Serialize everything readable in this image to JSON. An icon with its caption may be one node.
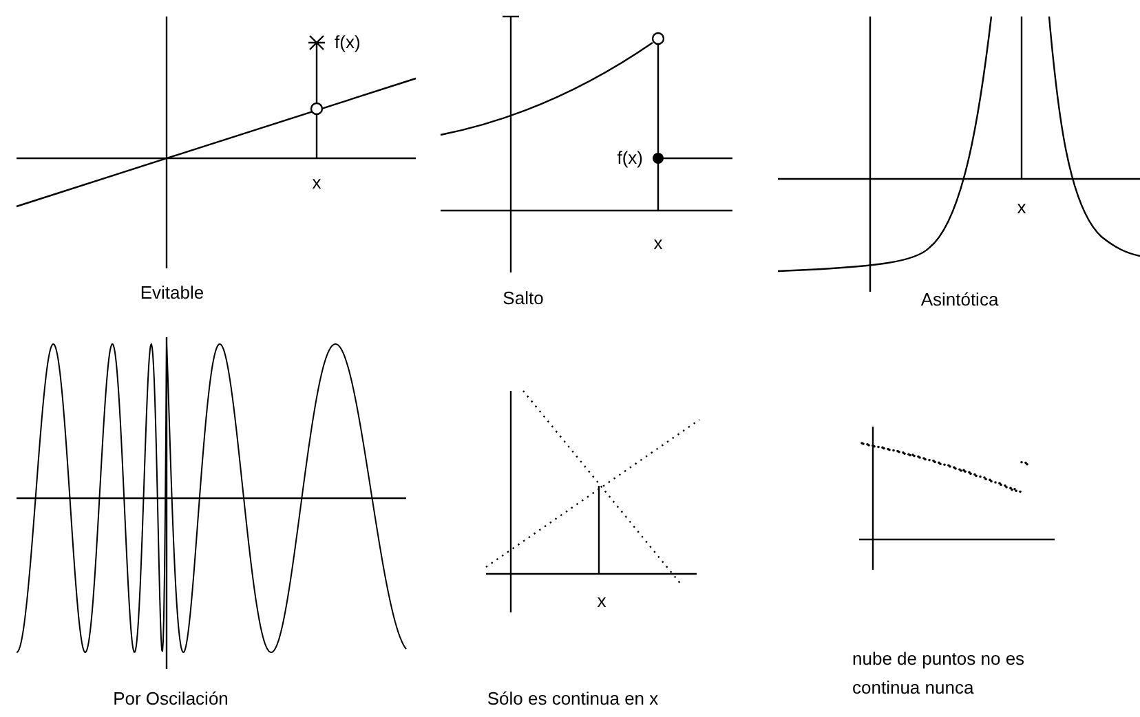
{
  "diagram": {
    "labels": [
      "f(x)",
      "x",
      "Evitable",
      "f(x)",
      "x",
      "Salto",
      "x",
      "Asintótica",
      "Por Oscilación",
      "x",
      "Sólo es continua en x",
      "nube de puntos no es continua nunca"
    ]
  }
}
